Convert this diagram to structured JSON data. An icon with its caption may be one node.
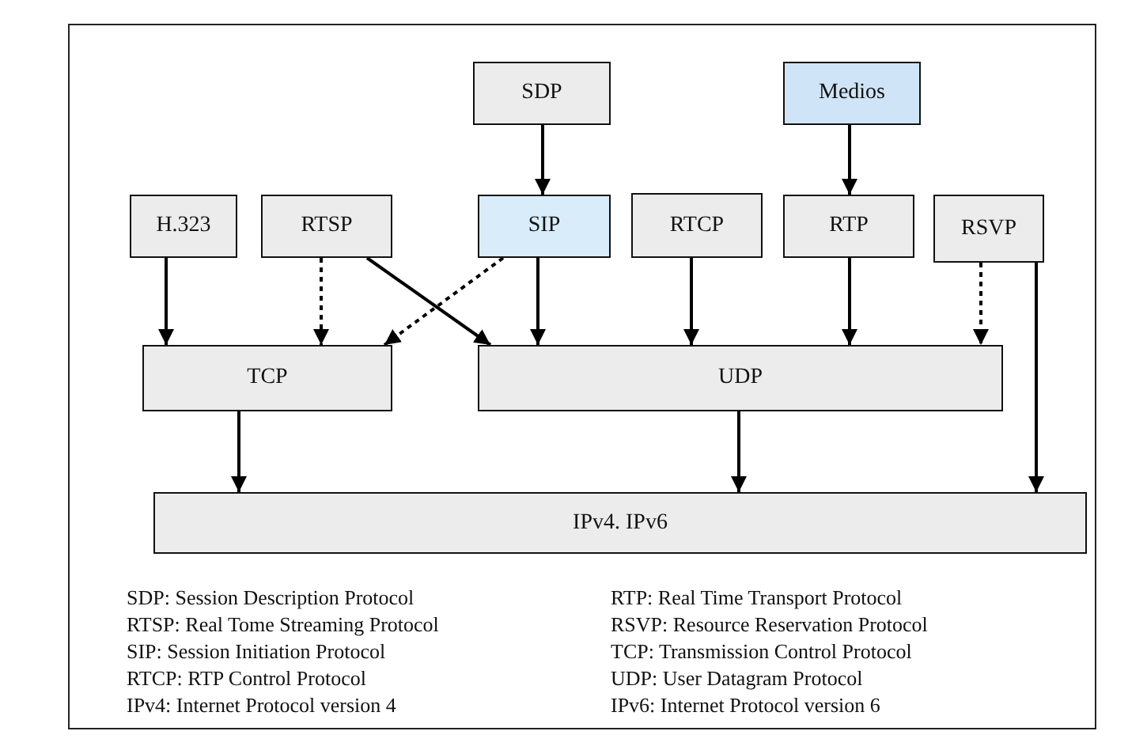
{
  "diagram": {
    "nodes": [
      {
        "text": [
          "SDP"
        ]
      },
      {
        "text": [
          "Medios"
        ]
      },
      {
        "text": [
          "H.323"
        ]
      },
      {
        "text": [
          "RTSP"
        ]
      },
      {
        "text": [
          "SIP"
        ]
      },
      {
        "text": [
          "RTCP"
        ]
      },
      {
        "text": [
          "RTP"
        ]
      },
      {
        "text": [
          "RSVP"
        ]
      },
      {
        "text": [
          "TCP"
        ]
      },
      {
        "text": [
          "UDP"
        ]
      },
      {
        "text": [
          "IPv4. IPv6"
        ]
      }
    ],
    "edges": [
      {
        "from": 0,
        "to": 4,
        "arrow": "to"
      },
      {
        "from": 1,
        "to": 6,
        "arrow": "to"
      },
      {
        "from": 2,
        "to": 8,
        "arrow": "to"
      },
      {
        "from": 3,
        "to": 8,
        "arrow": "to",
        "style": "dashed"
      },
      {
        "from": 3,
        "to": 9,
        "arrow": "to"
      },
      {
        "from": 4,
        "to": 8,
        "arrow": "to",
        "style": "dashed"
      },
      {
        "from": 4,
        "to": 9,
        "arrow": "to"
      },
      {
        "from": 5,
        "to": 9,
        "arrow": "to"
      },
      {
        "from": 6,
        "to": 9,
        "arrow": "to"
      },
      {
        "from": 7,
        "to": 9,
        "arrow": "to",
        "style": "dashed"
      },
      {
        "from": 7,
        "to": 10,
        "arrow": "to"
      },
      {
        "from": 8,
        "to": 10,
        "arrow": "to"
      },
      {
        "from": 9,
        "to": 10,
        "arrow": "to"
      }
    ],
    "labels": [
      "SDP: Session Description Protocol",
      "RTP: Real Time Transport Protocol",
      "RTSP: Real Tome Streaming Protocol",
      "RSVP: Resource Reservation Protocol",
      "SIP: Session Initiation Protocol",
      "TCP: Transmission Control Protocol",
      "RTCP:  RTP Control Protocol",
      "UDP: User Datagram Protocol",
      "IPv4: Internet Protocol version 4",
      "IPv6: Internet Protocol version 6"
    ]
  }
}
